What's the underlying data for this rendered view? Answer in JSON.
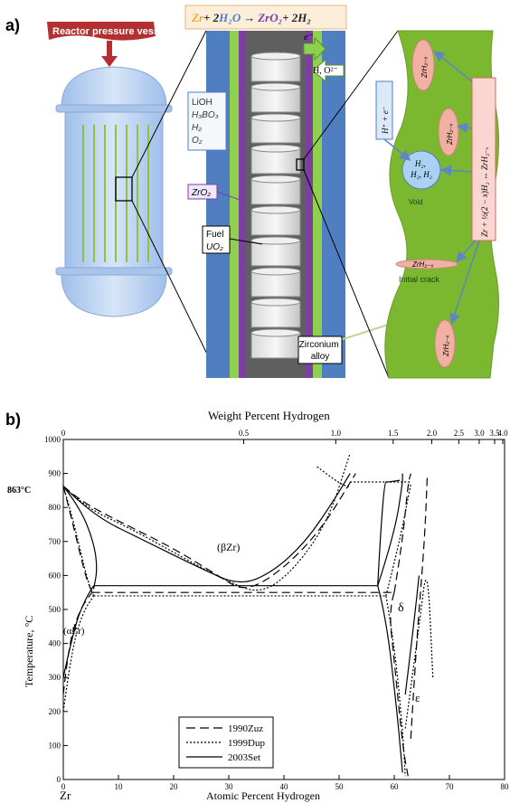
{
  "panel_a": {
    "label": "a)",
    "equation": {
      "zr": "Zr",
      "plus1": "+ 2",
      "h2o": "H₂O",
      "arrow": "→",
      "zro2": "ZrO₂",
      "plus2": "+ 2H₂"
    },
    "vessel_label": "Reactor pressure vessel",
    "coolant_lines": [
      "LiOH",
      "H₃BO₃",
      "H₂",
      "O₂"
    ],
    "oxide_label": "ZrO₂",
    "fuel_lines": [
      "Fuel",
      "UO₂"
    ],
    "alloy_lines": [
      "Zirconium",
      "alloy"
    ],
    "electron_label": "e⁻",
    "hydrogen_oxygen_label": "H, O²⁻",
    "proton_label": "H⁺ + e⁻",
    "void_gas_lines": [
      "H₂,",
      "H₂, H₂"
    ],
    "void_label": "Void",
    "hydride_label": "ZrH₂₋ₓ",
    "crack_label": "Initial crack",
    "reaction_label": "Zr + ½(2 − x)H₂ ↔ ZrH₂₋ₓ"
  },
  "panel_b": {
    "label": "b)",
    "top_axis_title": "Weight Percent Hydrogen",
    "bottom_axis_title": "Atomic Percent Hydrogen",
    "y_axis_title": "Temperature, °C",
    "zr_label": "Zr",
    "eutectoid_label": "863°C",
    "phase_beta": "(βZr)",
    "phase_alpha": "(αZr)",
    "phase_delta": "δ",
    "phase_epsilon": "ε",
    "legend": [
      "1990Zuz",
      "1999Dup",
      "2003Set"
    ]
  },
  "chart_data": {
    "type": "line",
    "title": "",
    "xlabel": "Atomic Percent Hydrogen",
    "ylabel": "Temperature, °C",
    "x_top_label": "Weight Percent Hydrogen",
    "xlim": [
      0,
      80
    ],
    "ylim": [
      0,
      1000
    ],
    "x_ticks": [
      0,
      10,
      20,
      30,
      40,
      50,
      60,
      70,
      80
    ],
    "y_ticks": [
      0,
      100,
      200,
      300,
      400,
      500,
      600,
      700,
      800,
      900,
      1000
    ],
    "top_ticks": [
      "0",
      "0.5",
      "1.0",
      "1.5",
      "2.0",
      "2.5",
      "3.0",
      "3.5",
      "4.0"
    ],
    "top_tick_positions_at": [
      0,
      32.7,
      49.4,
      59.8,
      66.8,
      71.7,
      75.4,
      78.2,
      80.5
    ],
    "series": [
      {
        "name": "1990Zuz",
        "style": "dashed",
        "curves": [
          [
            [
              0,
              863
            ],
            [
              1,
              800
            ],
            [
              2.5,
              700
            ],
            [
              4,
              600
            ],
            [
              5.2,
              550
            ]
          ],
          [
            [
              0,
              863
            ],
            [
              3,
              820
            ],
            [
              10,
              760
            ],
            [
              20,
              680
            ],
            [
              28,
              600
            ],
            [
              33,
              550
            ],
            [
              40,
              620
            ],
            [
              47,
              740
            ],
            [
              53,
              900
            ]
          ],
          [
            [
              5.2,
              550
            ],
            [
              60,
              550
            ]
          ],
          [
            [
              0,
              250
            ],
            [
              1,
              400
            ],
            [
              3,
              500
            ],
            [
              5.2,
              550
            ]
          ],
          [
            [
              60,
              550
            ],
            [
              59,
              500
            ],
            [
              60,
              350
            ],
            [
              61.5,
              100
            ],
            [
              62.5,
              10
            ]
          ],
          [
            [
              60,
              550
            ],
            [
              61.5,
              700
            ],
            [
              62.5,
              870
            ],
            [
              63,
              900
            ]
          ],
          [
            [
              63,
              120
            ],
            [
              64,
              400
            ],
            [
              65.5,
              700
            ],
            [
              66,
              900
            ]
          ]
        ]
      },
      {
        "name": "1999Dup",
        "style": "dotted",
        "curves": [
          [
            [
              0,
              863
            ],
            [
              1.5,
              780
            ],
            [
              3,
              680
            ],
            [
              4.5,
              580
            ],
            [
              5.5,
              540
            ]
          ],
          [
            [
              0,
              863
            ],
            [
              4,
              800
            ],
            [
              12,
              740
            ],
            [
              22,
              650
            ],
            [
              30,
              580
            ],
            [
              36,
              545
            ],
            [
              42,
              620
            ],
            [
              48,
              760
            ],
            [
              52,
              960
            ]
          ],
          [
            [
              5.5,
              540
            ],
            [
              58.5,
              540
            ]
          ],
          [
            [
              0,
              200
            ],
            [
              1.5,
              380
            ],
            [
              3.5,
              490
            ],
            [
              5.5,
              540
            ]
          ],
          [
            [
              58.5,
              540
            ],
            [
              60,
              400
            ],
            [
              61.5,
              150
            ],
            [
              62,
              10
            ]
          ],
          [
            [
              58.5,
              540
            ],
            [
              61,
              700
            ],
            [
              63,
              870
            ]
          ],
          [
            [
              62,
              150
            ],
            [
              64.5,
              450
            ],
            [
              66,
              650
            ],
            [
              67,
              300
            ]
          ],
          [
            [
              46,
              920
            ],
            [
              50,
              870
            ],
            [
              52,
              860
            ]
          ],
          [
            [
              52,
              875
            ],
            [
              63,
              875
            ]
          ]
        ]
      },
      {
        "name": "2003Set",
        "style": "solid",
        "curves": [
          [
            [
              0,
              863
            ],
            [
              3,
              800
            ],
            [
              5.5,
              700
            ],
            [
              6.2,
              620
            ],
            [
              5.5,
              560
            ]
          ],
          [
            [
              0,
              863
            ],
            [
              5,
              780
            ],
            [
              15,
              700
            ],
            [
              25,
              620
            ],
            [
              32,
              570
            ],
            [
              38,
              610
            ],
            [
              44,
              700
            ],
            [
              49,
              820
            ],
            [
              52,
              900
            ]
          ],
          [
            [
              5.5,
              570
            ],
            [
              57,
              570
            ]
          ],
          [
            [
              0,
              300
            ],
            [
              2,
              450
            ],
            [
              4,
              530
            ],
            [
              5.5,
              570
            ]
          ],
          [
            [
              57,
              570
            ],
            [
              58.5,
              480
            ],
            [
              60.5,
              200
            ],
            [
              61.5,
              20
            ]
          ],
          [
            [
              57,
              570
            ],
            [
              60,
              720
            ],
            [
              61.5,
              870
            ],
            [
              61.5,
              900
            ]
          ],
          [
            [
              62,
              250
            ],
            [
              63.5,
              450
            ],
            [
              64.5,
              600
            ]
          ],
          [
            [
              57,
              570
            ],
            [
              58,
              875
            ],
            [
              59,
              875
            ],
            [
              61,
              880
            ]
          ]
        ]
      }
    ],
    "annotations": [
      "863°C",
      "(βZr)",
      "(αZr)",
      "δ",
      "ε",
      "Zr"
    ],
    "legend_position": "bottom-left"
  },
  "colors": {
    "vessel_red": "#b43030",
    "vessel_blue": "#bcd3f1",
    "clad_blue": "#4f7fc1",
    "clad_green": "#8fd14f",
    "zircon_green": "#7bb72f",
    "purple": "#7b3fa0",
    "hydride_pink": "#f2b0a2",
    "void_blue": "#aad0f2",
    "reaction_box": "#fbd5d0"
  }
}
